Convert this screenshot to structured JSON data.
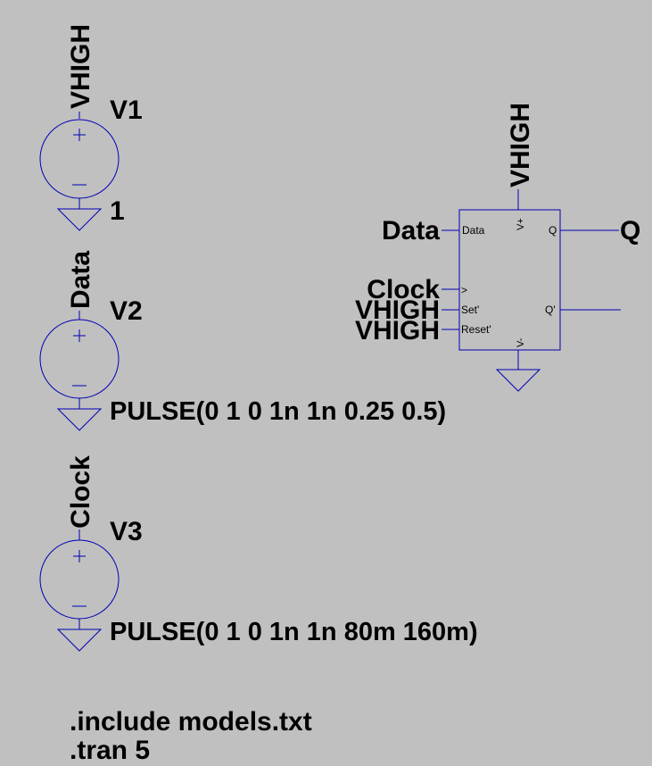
{
  "sources": [
    {
      "name": "V1",
      "value": "1",
      "net": "VHIGH"
    },
    {
      "name": "V2",
      "value": "PULSE(0 1 0 1n 1n 0.25 0.5)",
      "net": "Data"
    },
    {
      "name": "V3",
      "value": "PULSE(0 1 0 1n 1n 80m 160m)",
      "net": "Clock"
    }
  ],
  "flipflop": {
    "supply_net": "VHIGH",
    "pins": {
      "data": "Data",
      "vplus": "V+",
      "q": "Q",
      "clock": ">",
      "set": "Set'",
      "qbar": "Q'",
      "reset": "Reset'",
      "vminus": "V-"
    },
    "nets": {
      "data": "Data",
      "clock": "Clock",
      "set": "VHIGH",
      "reset": "VHIGH",
      "q": "Q"
    }
  },
  "directives": [
    ".include models.txt",
    ".tran 5"
  ],
  "colors": {
    "background": "#c0c0c0",
    "wire": "#0000b4",
    "text": "#000000"
  }
}
